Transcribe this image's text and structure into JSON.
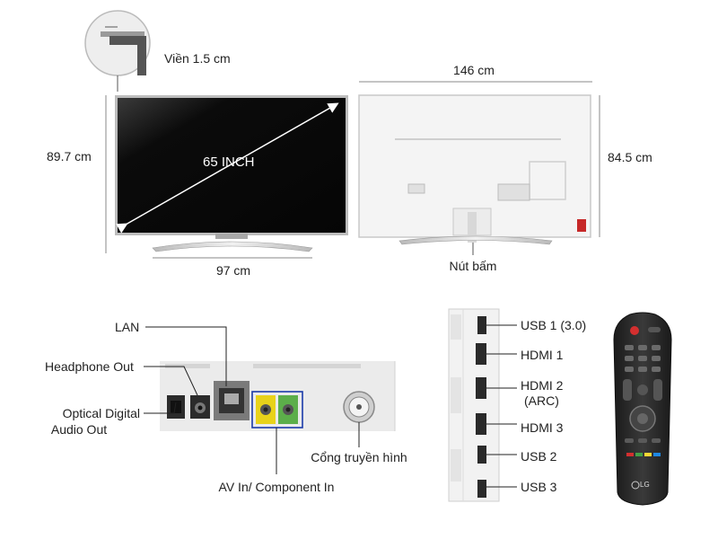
{
  "tv_dimensions": {
    "bezel": "Viền 1.5 cm",
    "width": "146 cm",
    "height_front": "89.7 cm",
    "height_back": "84.5 cm",
    "diagonal": "65 INCH",
    "stand_width": "97 cm",
    "joystick_button": "Nút bấm"
  },
  "rear_ports": {
    "lan": "LAN",
    "headphone_out": "Headphone Out",
    "optical_line1": "Optical Digital",
    "optical_line2": "Audio Out",
    "antenna": "Cổng truyền hình",
    "av_component": "AV In/ Component In"
  },
  "side_ports": {
    "usb1": "USB 1 (3.0)",
    "hdmi1": "HDMI 1",
    "hdmi2_line1": "HDMI 2",
    "hdmi2_line2": "(ARC)",
    "hdmi3": "HDMI 3",
    "usb2": "USB 2",
    "usb3": "USB 3"
  },
  "remote": {
    "brand": "LG"
  },
  "colors": {
    "screen": "#0b0b0b",
    "frame": "#c8c8c8",
    "back_panel": "#f4f4f4",
    "port_yellow": "#e8d21a",
    "port_green": "#5cae4a",
    "annotation_line": "#222222"
  }
}
